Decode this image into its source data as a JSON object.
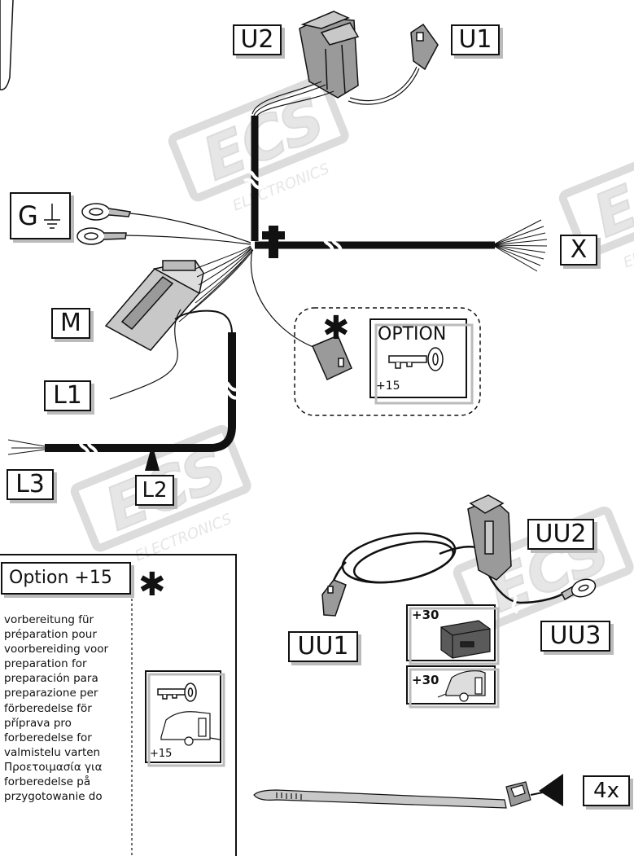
{
  "labels": {
    "u1": "U1",
    "u2": "U2",
    "g": "G",
    "x": "X",
    "m": "M",
    "l1": "L1",
    "l2": "L2",
    "l3": "L3",
    "uu1": "UU1",
    "uu2": "UU2",
    "uu3": "UU3",
    "tie_count": "4x"
  },
  "option_callout": {
    "label": "OPTION",
    "voltage": "+15",
    "mark": "✱"
  },
  "option_box": {
    "title": "Option +15",
    "mark": "✱",
    "voltage": "+15",
    "lines": [
      "vorbereitung für",
      "préparation pour",
      "voorbereiding voor",
      "preparation for",
      "preparación para",
      "preparazione per",
      "förberedelse för",
      "příprava pro",
      "forberedelse for",
      "valmistelu varten",
      "Προετοιμασία για",
      "forberedelse på",
      "przygotowanie do"
    ]
  },
  "power_boxes": {
    "battery_label": "+30",
    "caravan_label": "+30"
  },
  "watermark": {
    "logo": "ECS",
    "text": "ELECTRONICS"
  },
  "colors": {
    "line": "#111111",
    "connector": "#9a9a9a",
    "shadow": "#bbbbbb",
    "watermark": "#e3e3e3"
  }
}
